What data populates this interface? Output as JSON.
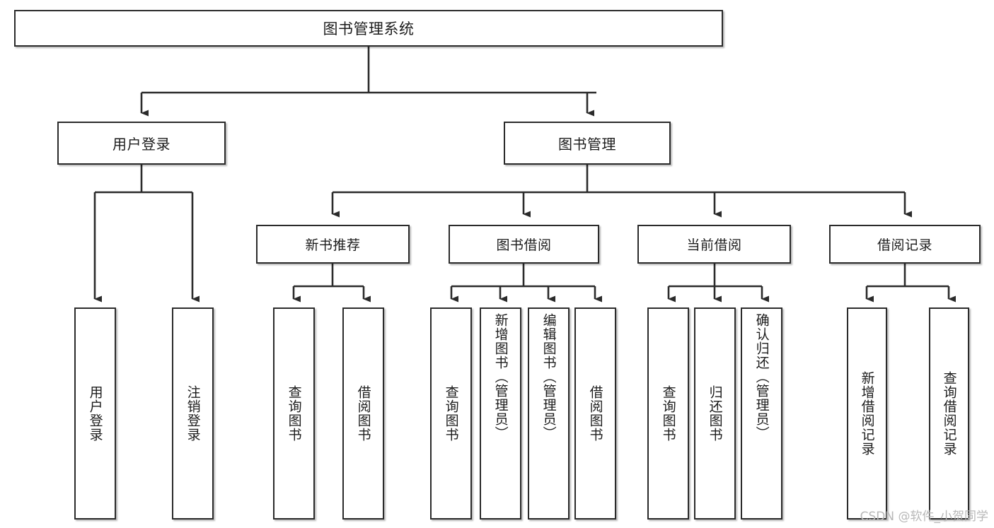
{
  "diagram": {
    "title": "图书管理系统",
    "root": {
      "label": "图书管理系统"
    },
    "level2": [
      {
        "label": "用户登录"
      },
      {
        "label": "图书管理"
      }
    ],
    "level3": [
      {
        "label": "新书推荐"
      },
      {
        "label": "图书借阅"
      },
      {
        "label": "当前借阅"
      },
      {
        "label": "借阅记录"
      }
    ],
    "leaves": {
      "user_login": [
        {
          "label": "用户登录"
        },
        {
          "label": "注销登录"
        }
      ],
      "new_book_recommend": [
        {
          "label": "查询图书"
        },
        {
          "label": "借阅图书"
        }
      ],
      "book_borrow": [
        {
          "label": "查询图书"
        },
        {
          "label": "新增图书（管理员）"
        },
        {
          "label": "编辑图书（管理员）"
        },
        {
          "label": "借阅图书"
        }
      ],
      "current_borrow": [
        {
          "label": "查询图书"
        },
        {
          "label": "归还图书"
        },
        {
          "label": "确认归还（管理员）"
        }
      ],
      "borrow_record": [
        {
          "label": "新增借阅记录"
        },
        {
          "label": "查询借阅记录"
        }
      ]
    }
  },
  "watermark": {
    "text": "CSDN @软件_小贺同学"
  },
  "colors": {
    "stroke": "#2b2b2b",
    "fill": "#ffffff",
    "text": "#1c1c1c",
    "watermark": "#b8b8b8"
  }
}
